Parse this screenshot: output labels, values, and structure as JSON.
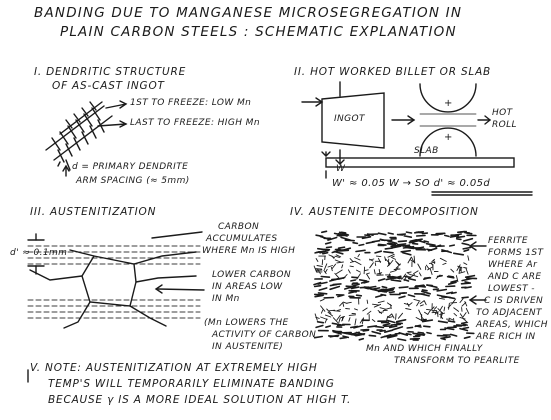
{
  "title": {
    "line1": "BANDING DUE TO MANGANESE MICROSEGREGATION IN",
    "line2": "PLAIN CARBON STEELS : SCHEMATIC EXPLANATION"
  },
  "section1": {
    "heading_line1": "I. DENDRITIC STRUCTURE",
    "heading_line2": "OF AS-CAST INGOT",
    "first_to_freeze": "1ST TO FREEZE: LOW Mn",
    "last_to_freeze": "LAST TO FREEZE: HIGH Mn",
    "d_line1": "d = PRIMARY DENDRITE",
    "d_line2": "ARM SPACING (≈ 5mm)"
  },
  "section2": {
    "heading": "II. HOT WORKED BILLET OR SLAB",
    "ingot_label": "INGOT",
    "w_label": "W",
    "hot_roll_line1": "HOT",
    "hot_roll_line2": "ROLL",
    "slab_label": "SLAB",
    "w_prime": "W' ≈ 0.05 W → SO d' ≈ 0.05d"
  },
  "section3": {
    "heading": "III. AUSTENITIZATION",
    "d_prime": "d' ≈ 0.1mm",
    "carbon_line1": "CARBON",
    "carbon_line2": "ACCUMULATES",
    "carbon_line3": "WHERE Mn IS HIGH",
    "lower_line1": "LOWER CARBON",
    "lower_line2": "IN AREAS LOW",
    "lower_line3": "IN Mn",
    "paren_line1": "(Mn LOWERS THE",
    "paren_line2": "ACTIVITY OF CARBON",
    "paren_line3": "IN AUSTENITE)"
  },
  "section4": {
    "heading": "IV. AUSTENITE DECOMPOSITION",
    "ferrite_line1": "FERRITE",
    "ferrite_line2": "FORMS 1ST",
    "ferrite_line3": "WHERE Ar",
    "ferrite_line4": "AND C ARE",
    "ferrite_line5": "LOWEST -",
    "ferrite_line6": "C IS DRIVEN",
    "ferrite_line7": "TO ADJACENT",
    "ferrite_line8": "AREAS, WHICH",
    "ferrite_line9": "ARE RICH IN",
    "ferrite_line10": "Mn AND WHICH FINALLY",
    "ferrite_line11": "TRANSFORM TO PEARLITE"
  },
  "section5": {
    "line1": "V. NOTE: AUSTENITIZATION AT EXTREMELY HIGH",
    "line2": "TEMP'S WILL TEMPORARILY ELIMINATE BANDING",
    "line3": "BECAUSE γ IS A MORE IDEAL SOLUTION AT HIGH T."
  }
}
